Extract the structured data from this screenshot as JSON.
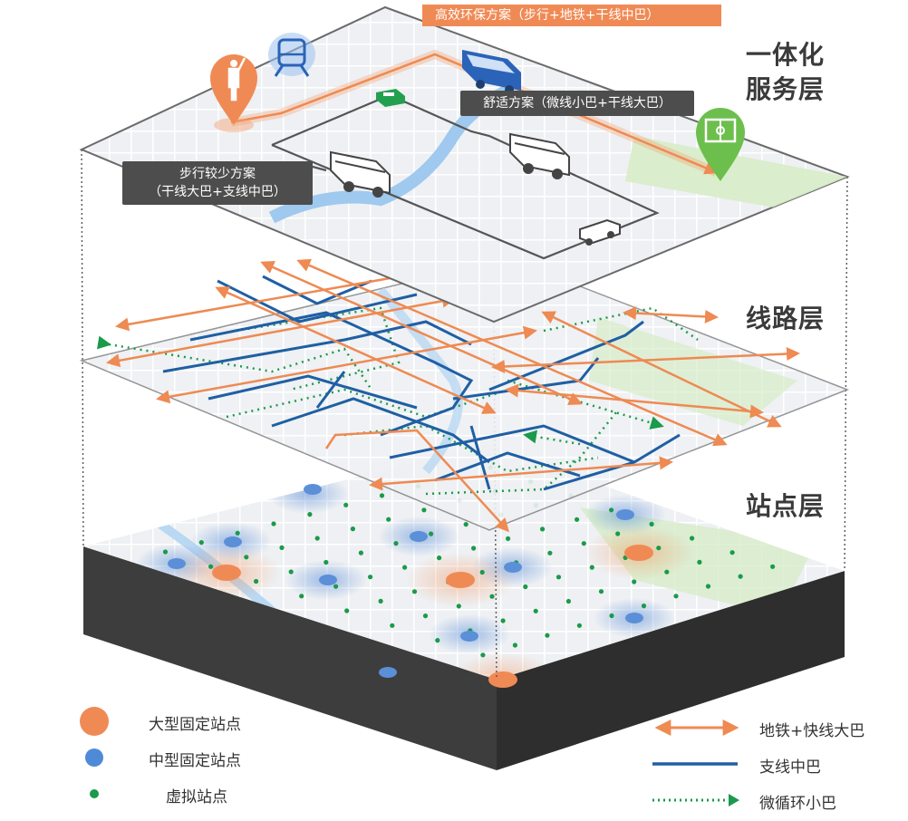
{
  "layers": {
    "service": "一体化\n服务层",
    "route": "线路层",
    "station": "站点层"
  },
  "callouts": {
    "efficient": "高效环保方案（步行+地铁+干线中巴）",
    "comfort": "舒适方案（微线小巴+干线大巴）",
    "less_walk_line1": "步行较少方案",
    "less_walk_line2": "（干线大巴+支线中巴）"
  },
  "legend": {
    "large_station": "大型固定站点",
    "medium_station": "中型固定站点",
    "virtual_station": "虚拟站点",
    "metro_express": "地铁+快线大巴",
    "branch_bus": "支线中巴",
    "micro_loop": "微循环小巴"
  },
  "colors": {
    "orange": "#ee8a52",
    "blue": "#1f5fa3",
    "green": "#1a9a4a",
    "slab_side": "#3c3c3c",
    "pin_orange": "#f08a55",
    "pin_green": "#6cbf4c"
  },
  "icons": [
    "person-pin-icon",
    "train-icon",
    "bus-icon",
    "taxi-icon",
    "stadium-pin-icon"
  ]
}
